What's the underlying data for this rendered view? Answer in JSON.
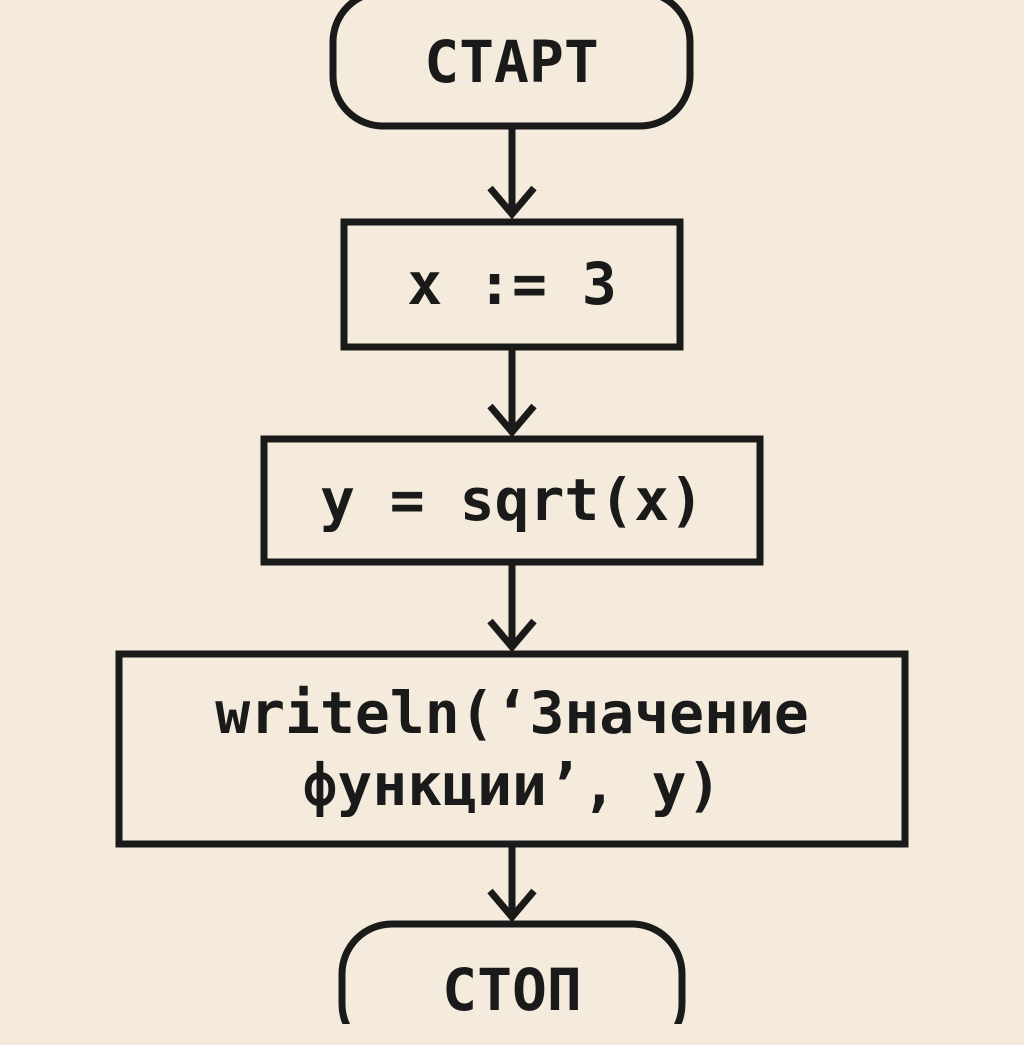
{
  "diagram": {
    "start": "СТАРТ",
    "step1": "x := 3",
    "step2": "y = sqrt(x)",
    "step3_line1": "writeln(‘Значение",
    "step3_line2": "функции’, y)",
    "stop": "СТОП"
  },
  "colors": {
    "background": "#f5ebdc",
    "stroke": "#1a1a1a"
  }
}
